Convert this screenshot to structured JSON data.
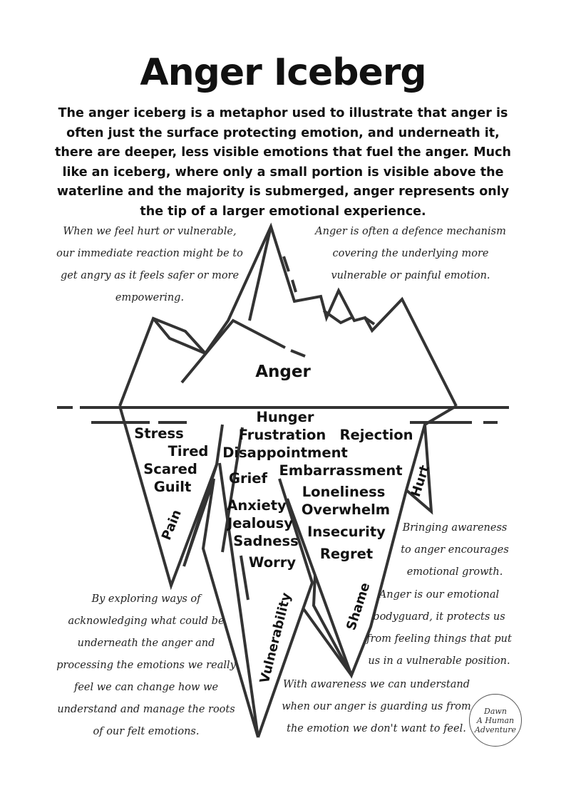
{
  "title": "Anger Iceberg",
  "intro": "The anger iceberg is a metaphor used to illustrate that anger is often just the surface protecting emotion, and underneath it, there are deeper, less visible emotions that fuel the anger. Much like an iceberg, where only a small portion is visible above the waterline and the majority is submerged, anger represents only the tip of a larger emotional experience.",
  "notes": {
    "hurt_vulnerable": "When we feel hurt or vulnerable, our immediate reaction might be to get angry as it feels safer or more empowering.",
    "defence": "Anger is often a defence mechanism covering the underlying more vulnerable or painful emotion.",
    "awareness_growth": "Bringing awareness to anger encourages emotional growth.",
    "bodyguard": "Anger is our emotional bodyguard, it protects us from feeling things that put us in a vulnerable position.",
    "exploring": "By exploring ways of acknowledging what could be underneath the anger and processing the emotions we really feel we can change how we understand and manage the roots of our felt emotions.",
    "guarding": "With awareness we can understand when our anger is guarding us from the emotion we don't want to feel."
  },
  "iceberg": {
    "surface": "Anger",
    "emotions": {
      "hunger": "Hunger",
      "frustration": "Frustration",
      "rejection": "Rejection",
      "stress": "Stress",
      "tired": "Tired",
      "disappointment": "Disappointment",
      "scared": "Scared",
      "guilt": "Guilt",
      "grief": "Grief",
      "embarrassment": "Embarrassment",
      "loneliness": "Loneliness",
      "overwhelm": "Overwhelm",
      "anxiety": "Anxiety",
      "jealousy": "Jealousy",
      "sadness": "Sadness",
      "worry": "Worry",
      "insecurity": "Insecurity",
      "regret": "Regret"
    },
    "sections": {
      "pain": "Pain",
      "hurt": "Hurt",
      "vulnerability": "Vulnerability",
      "shame": "Shame"
    }
  },
  "logo": "Dawn\nA Human\nAdventure",
  "colors": {
    "ink": "#333333",
    "text": "#111111"
  }
}
